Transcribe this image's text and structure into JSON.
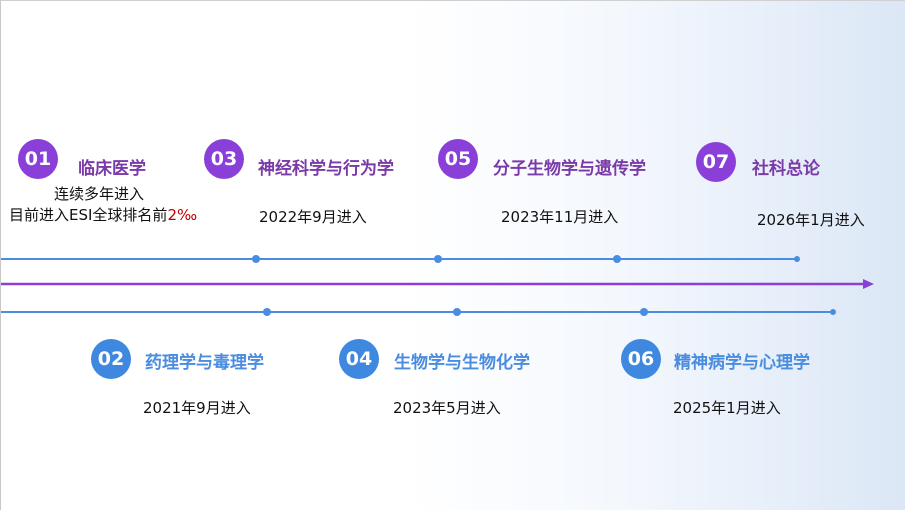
{
  "items": [
    {
      "num": "01",
      "title": "临床医学",
      "line1": "连续多年进入",
      "line2_prefix": "目前进入ESI全球排名前",
      "line2_highlight": "2‰"
    },
    {
      "num": "02",
      "title": "药理学与毒理学",
      "date": "2021年9月进入"
    },
    {
      "num": "03",
      "title": "神经科学与行为学",
      "date": "2022年9月进入"
    },
    {
      "num": "04",
      "title": "生物学与生物化学",
      "date": "2023年5月进入"
    },
    {
      "num": "05",
      "title": "分子生物学与遗传学",
      "date": "2023年11月进入"
    },
    {
      "num": "06",
      "title": "精神病学与心理学",
      "date": "2025年1月进入"
    },
    {
      "num": "07",
      "title": "社科总论",
      "date": "2026年1月进入"
    }
  ],
  "colors": {
    "purple": "#8a3fd9",
    "blue": "#3f88e0",
    "highlight": "#c00000"
  }
}
